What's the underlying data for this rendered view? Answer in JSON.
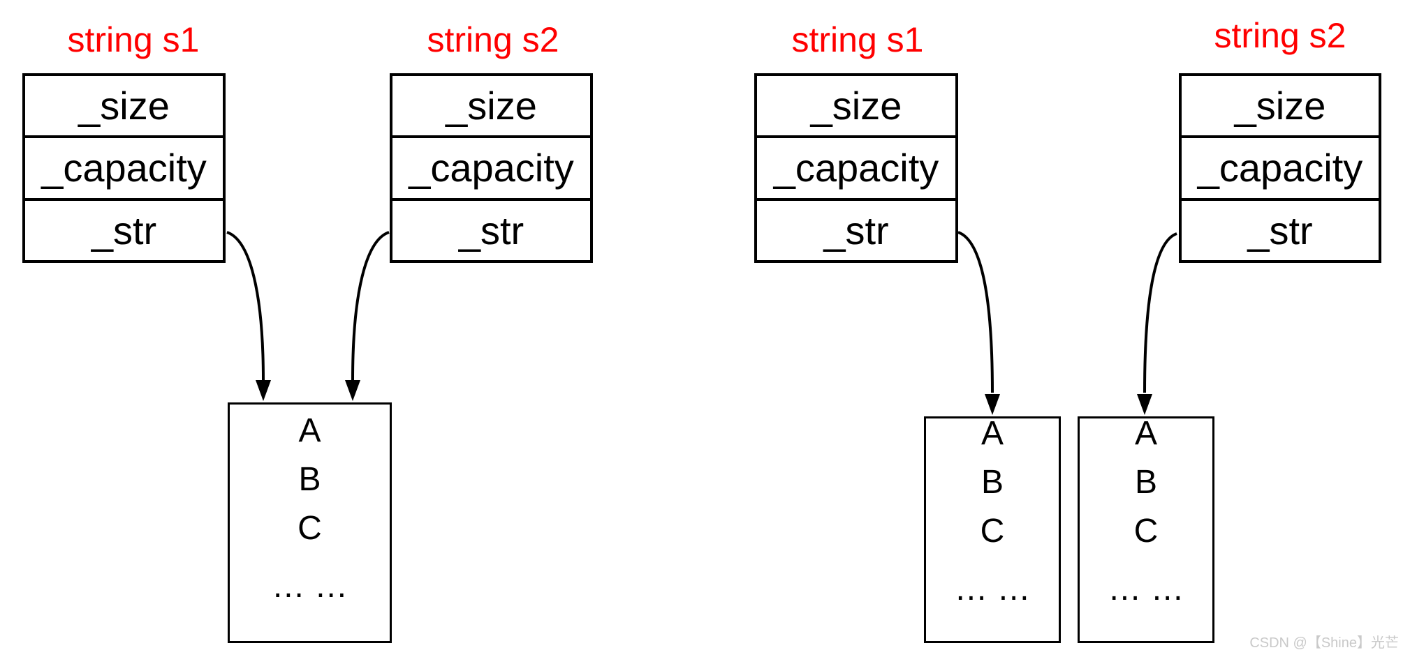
{
  "colors": {
    "title_red": "#ff0000",
    "line_black": "#000000",
    "watermark_gray": "#c9c9c9",
    "background": "#ffffff"
  },
  "left_diagram": {
    "s1": {
      "title": "string s1",
      "fields": [
        "_size",
        "_capacity",
        "_str"
      ]
    },
    "s2": {
      "title": "string s2",
      "fields": [
        "_size",
        "_capacity",
        "_str"
      ]
    },
    "shared_buffer": {
      "lines": [
        "A",
        "B",
        "C",
        "… …"
      ]
    }
  },
  "right_diagram": {
    "s1": {
      "title": "string s1",
      "fields": [
        "_size",
        "_capacity",
        "_str"
      ]
    },
    "s2": {
      "title": "string s2",
      "fields": [
        "_size",
        "_capacity",
        "_str"
      ]
    },
    "buffer_s1": {
      "lines": [
        "A",
        "B",
        "C",
        "… …"
      ]
    },
    "buffer_s2": {
      "lines": [
        "A",
        "B",
        "C",
        "… …"
      ]
    }
  },
  "watermark": {
    "text": "CSDN @【Shine】光芒"
  }
}
